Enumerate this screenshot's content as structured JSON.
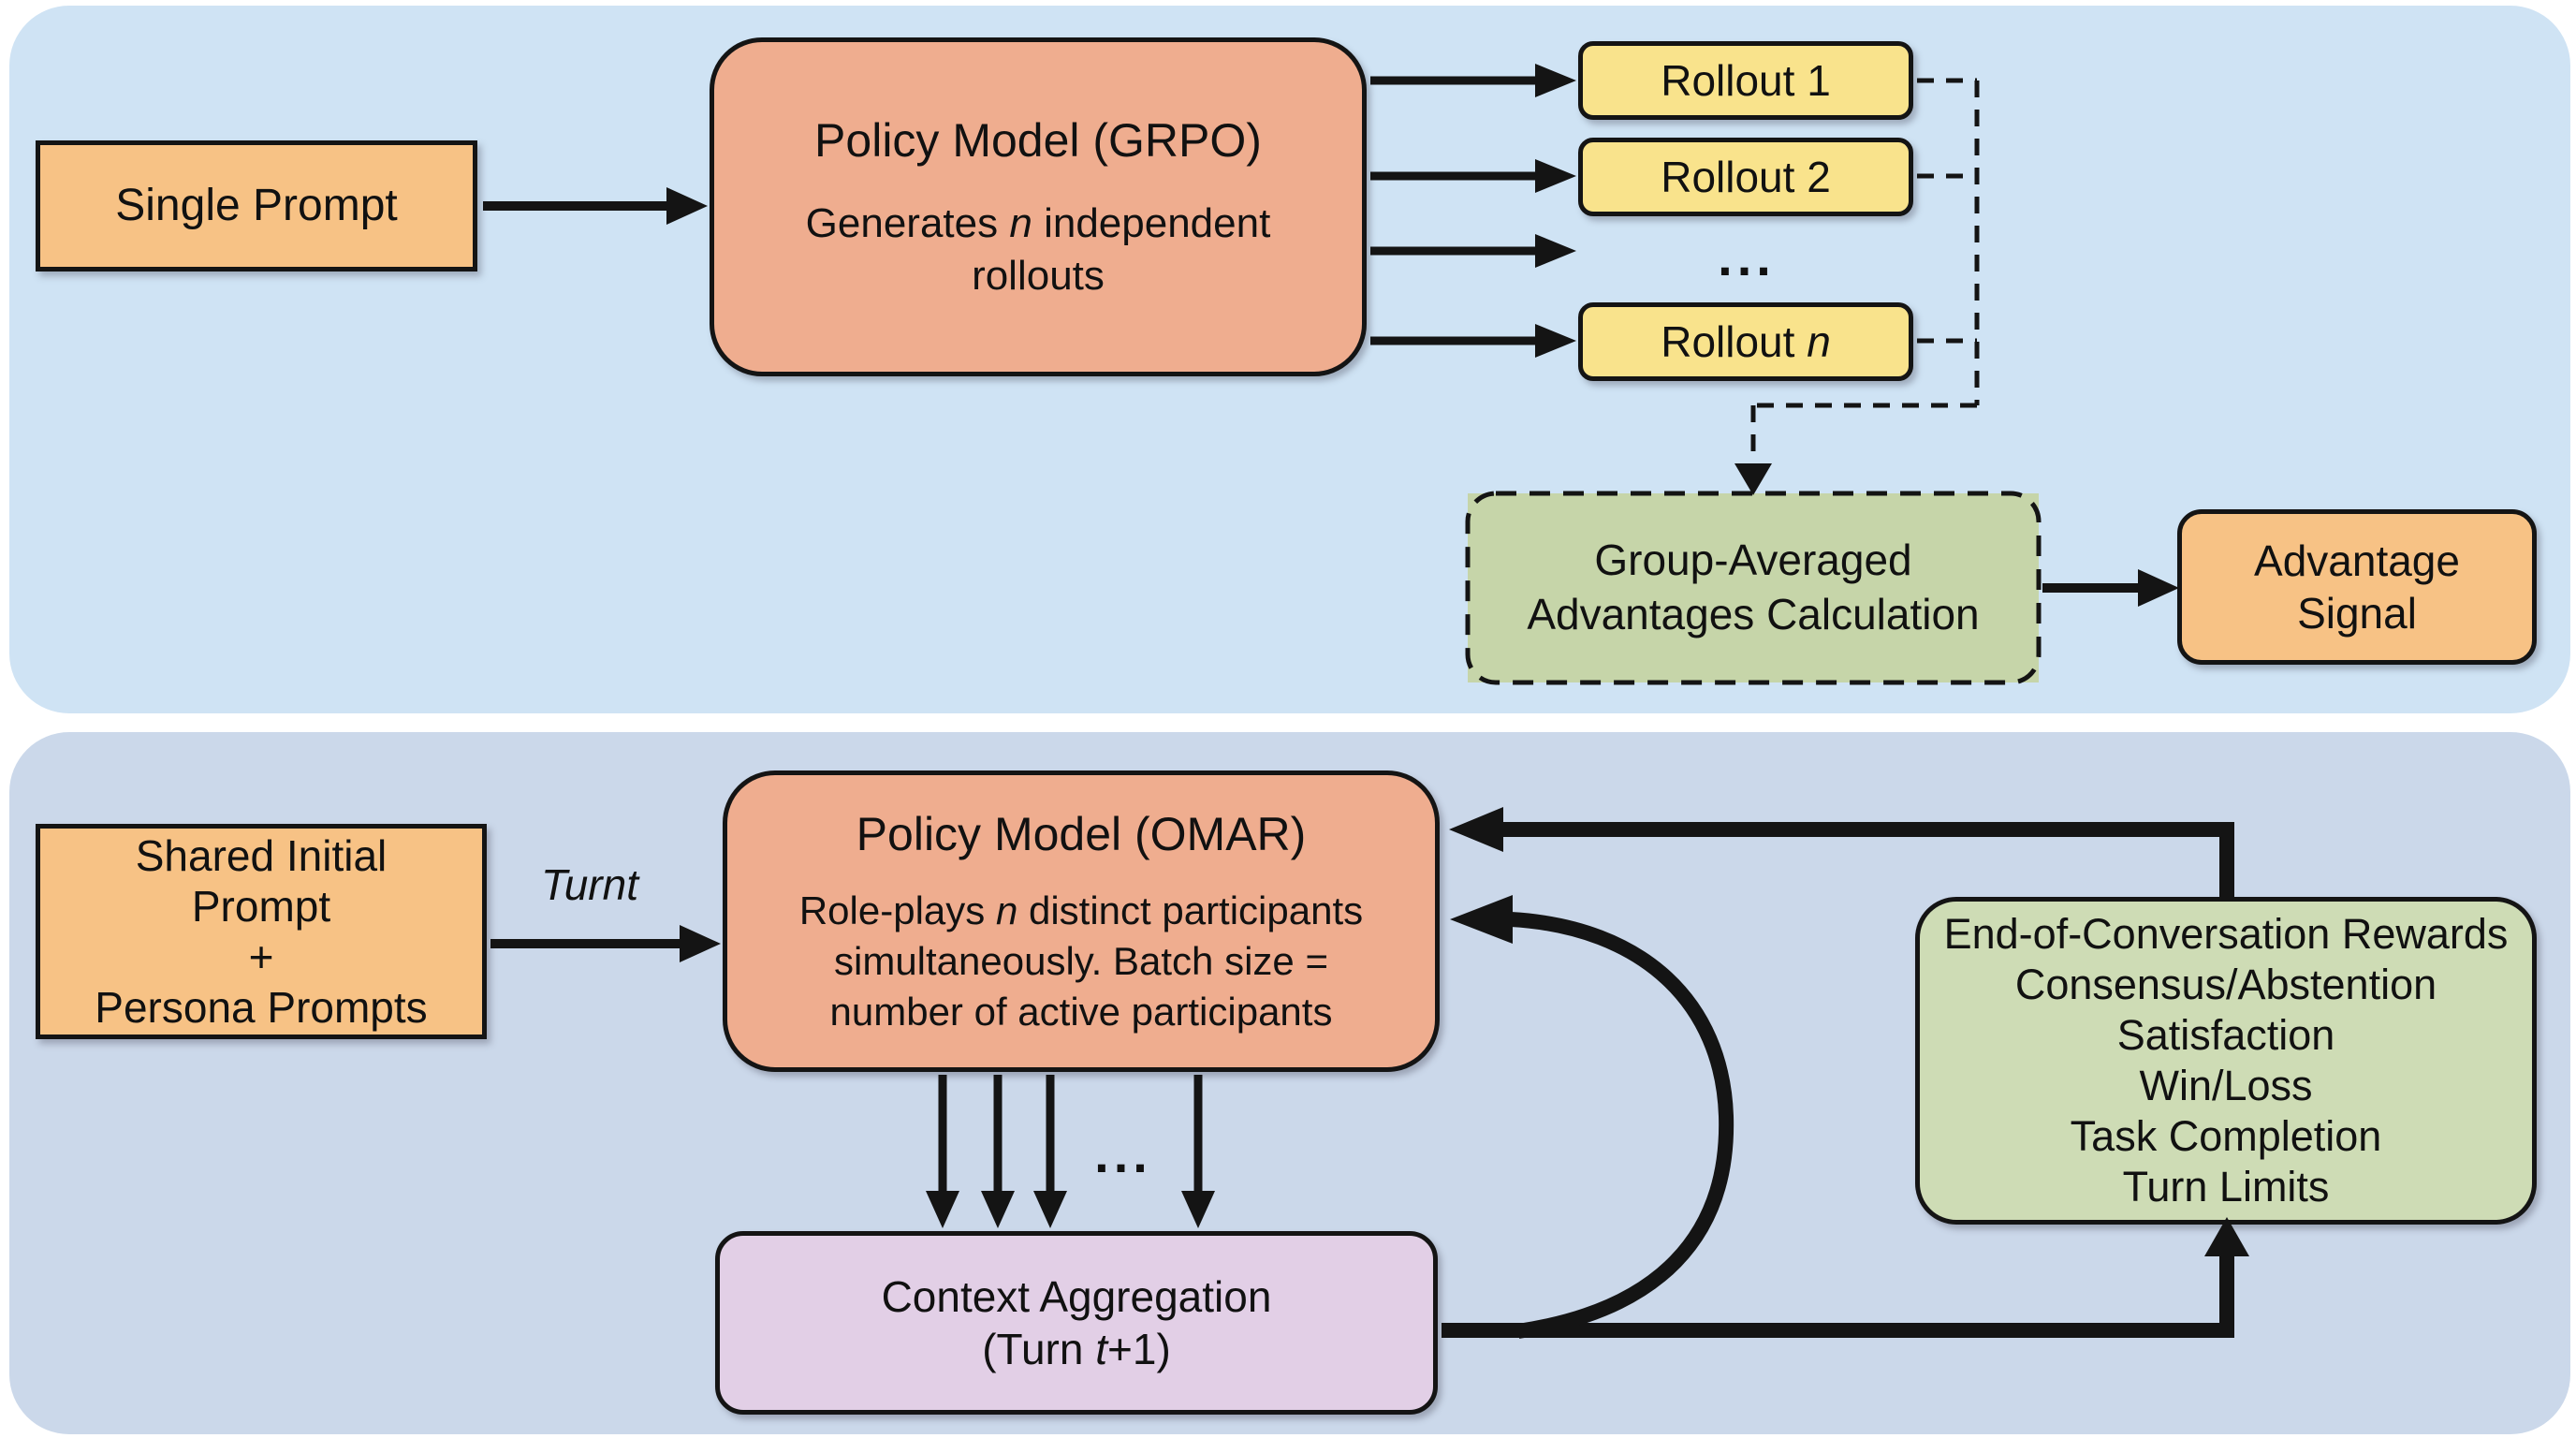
{
  "colors": {
    "background": "#ffffff",
    "panel_top": "#cfe3f4",
    "panel_bottom": "#cbd8ea",
    "orange_box": "#f7c285",
    "salmon_box": "#efad8f",
    "yellow_box": "#f9e38c",
    "green_dashed_box": "#c6d5a9",
    "green_rewards_box": "#cedcb5",
    "purple_box": "#e2cfe6",
    "line": "#141414"
  },
  "top": {
    "single_prompt": "Single Prompt",
    "grpo_title": "Policy Model (GRPO)",
    "grpo_body1_pre": "Generates ",
    "grpo_body1_i": "n",
    "grpo_body1_post": " independent",
    "grpo_body2": "rollouts",
    "rollout1": "Rollout 1",
    "rollout2": "Rollout 2",
    "rollout_n_pre": "Rollout ",
    "rollout_n_i": "n",
    "dots": "...",
    "group_line1": "Group-Averaged",
    "group_line2": "Advantages Calculation",
    "adv_line1": "Advantage",
    "adv_line2": "Signal"
  },
  "bottom": {
    "shared_lines": [
      "Shared Initial",
      "Prompt",
      "+",
      "Persona Prompts"
    ],
    "turn_pre": "Turn ",
    "turn_i": "t",
    "omar_title": "Policy Model (OMAR)",
    "omar_body1_pre": "Role-plays ",
    "omar_body1_i": "n",
    "omar_body1_post": " distinct participants",
    "omar_body2": "simultaneously. Batch size =",
    "omar_body3": "number of active participants",
    "dots": "...",
    "context_line1": "Context Aggregation",
    "context_line2_pre": "(Turn ",
    "context_line2_i": "t",
    "context_line2_post": "+1)",
    "rewards_lines": [
      "End-of-Conversation Rewards",
      "Consensus/Abstention",
      "Satisfaction",
      "Win/Loss",
      "Task Completion",
      "Turn Limits"
    ]
  }
}
